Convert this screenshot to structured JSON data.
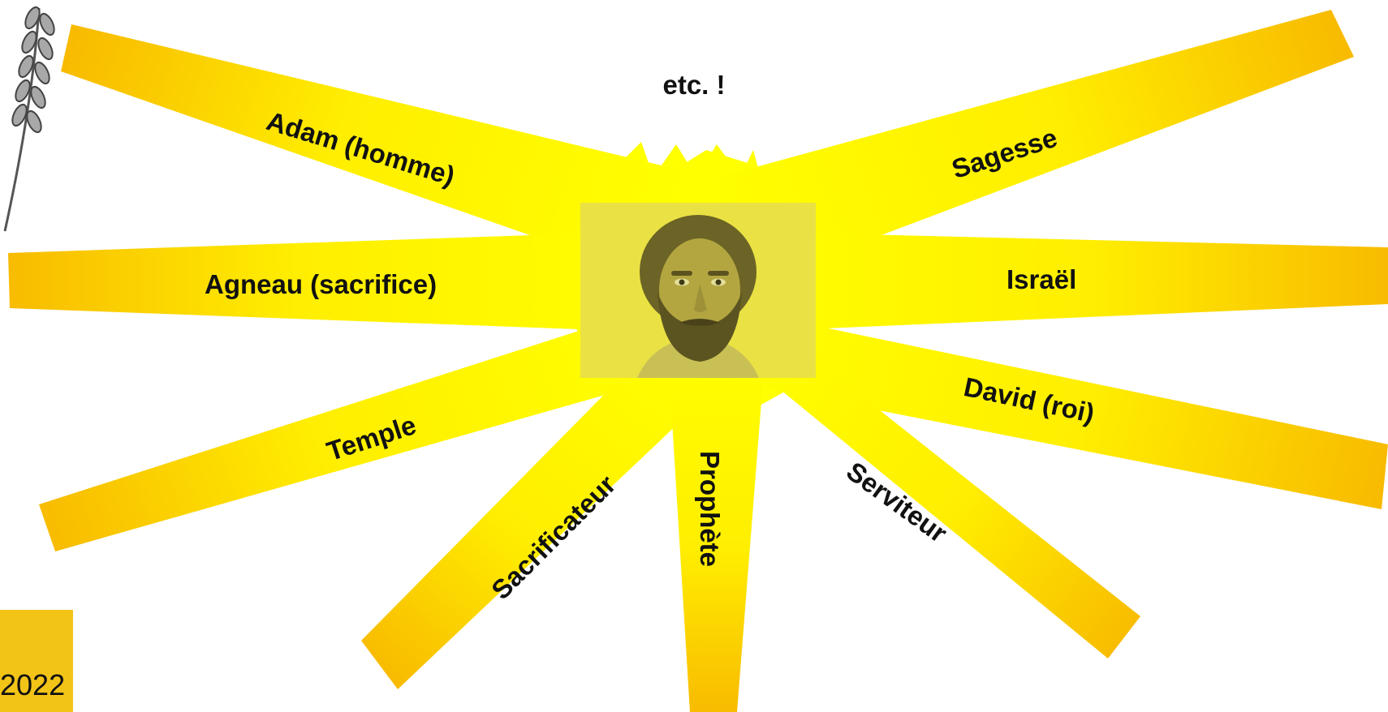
{
  "title": "etc. !",
  "rays": [
    {
      "id": "adam",
      "label": "Adam (homme)"
    },
    {
      "id": "sagesse",
      "label": "Sagesse"
    },
    {
      "id": "agneau",
      "label": "Agneau (sacrifice)"
    },
    {
      "id": "israel",
      "label": "Israël"
    },
    {
      "id": "temple",
      "label": "Temple"
    },
    {
      "id": "david",
      "label": "David (roi)"
    },
    {
      "id": "sacrificateur",
      "label": "Sacrificateur"
    },
    {
      "id": "prophete",
      "label": "Prophète"
    },
    {
      "id": "serviteur",
      "label": "Serviteur"
    }
  ],
  "year": "2022",
  "colors": {
    "ray_center": "#ffff00",
    "ray_tip": "#f7b800",
    "portrait_tint": "#e9e145",
    "year_box": "#f3c418"
  },
  "icons": {
    "wheat": "wheat-icon",
    "portrait": "portrait-image"
  }
}
